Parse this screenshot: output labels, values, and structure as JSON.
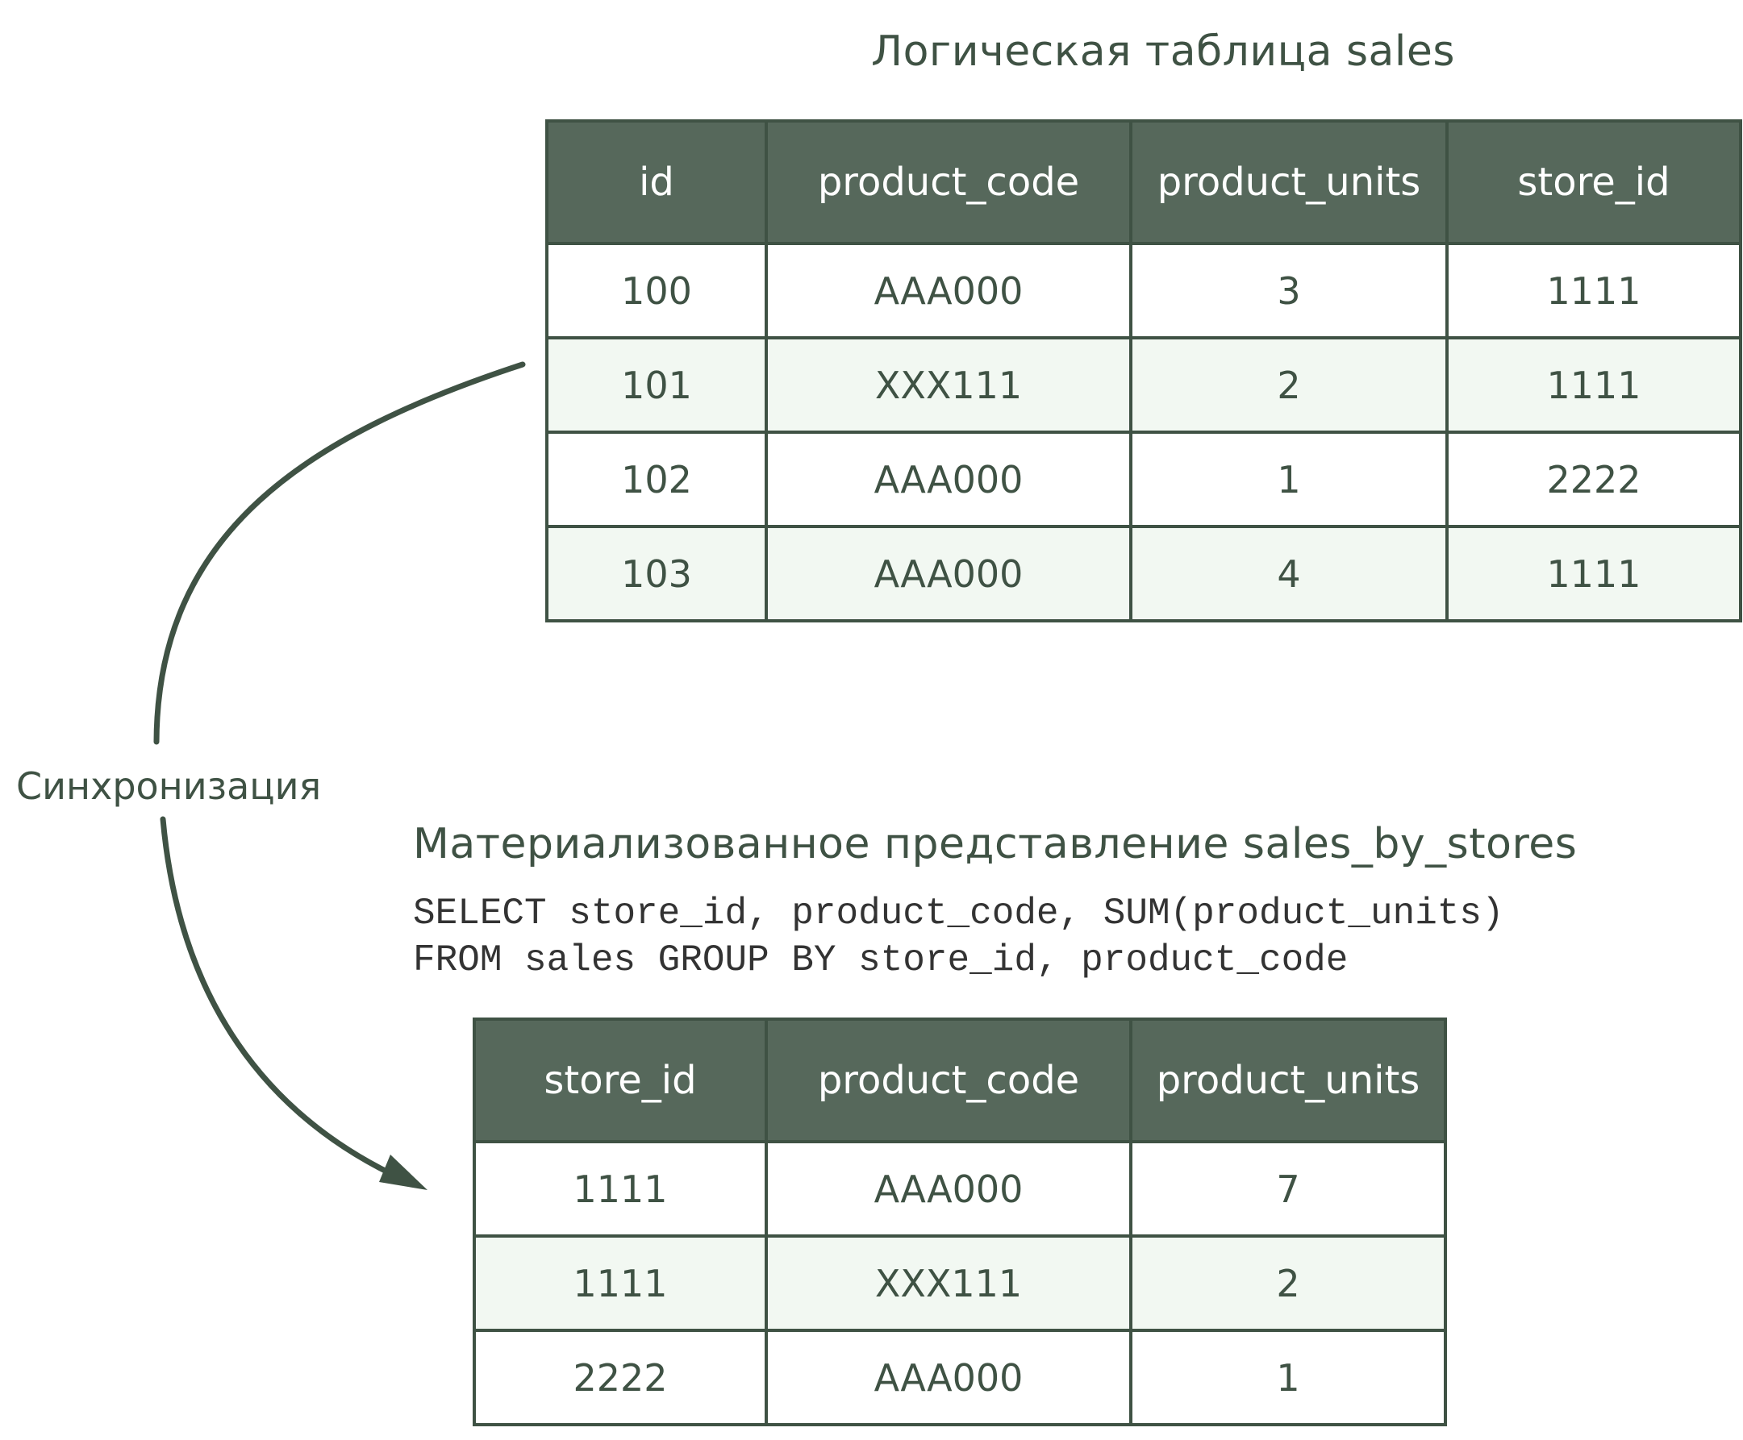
{
  "sales_table": {
    "title": "Логическая таблица sales",
    "headers": [
      "id",
      "product_code",
      "product_units",
      "store_id"
    ],
    "rows": [
      [
        "100",
        "AAA000",
        "3",
        "1111"
      ],
      [
        "101",
        "XXX111",
        "2",
        "1111"
      ],
      [
        "102",
        "AAA000",
        "1",
        "2222"
      ],
      [
        "103",
        "AAA000",
        "4",
        "1111"
      ]
    ]
  },
  "sync": {
    "label": "Синхронизация"
  },
  "materialized_view": {
    "title": "Материализованное представление sales_by_stores",
    "sql_line_1": "SELECT store_id, product_code, SUM(product_units)",
    "sql_line_2": "FROM sales GROUP BY store_id, product_code",
    "headers": [
      "store_id",
      "product_code",
      "product_units"
    ],
    "rows": [
      [
        "1111",
        "AAA000",
        "7"
      ],
      [
        "1111",
        "XXX111",
        "2"
      ],
      [
        "2222",
        "AAA000",
        "1"
      ]
    ]
  },
  "colors": {
    "header_bg": "#56685b",
    "border": "#3f5244",
    "alt_row_bg": "#f2f8f2",
    "text": "#3f5244"
  }
}
